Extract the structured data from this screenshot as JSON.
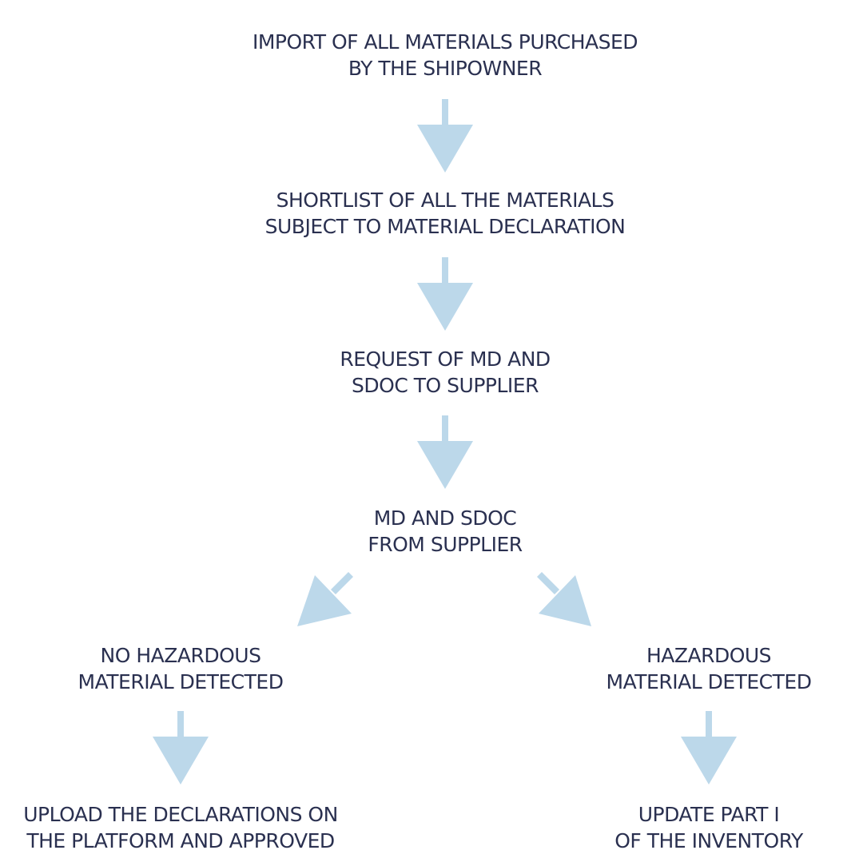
{
  "diagram": {
    "arrow_color": "#bcd8ea",
    "text_color": "#2a3050",
    "nodes": {
      "import": {
        "line1": "IMPORT OF ALL MATERIALS PURCHASED",
        "line2": "BY THE SHIPOWNER"
      },
      "shortlist": {
        "line1": "SHORTLIST OF ALL THE MATERIALS",
        "line2": "SUBJECT TO MATERIAL DECLARATION"
      },
      "request": {
        "line1": "REQUEST OF MD AND",
        "line2": "SDOC TO SUPPLIER"
      },
      "received": {
        "line1": "MD AND SDOC",
        "line2": "FROM SUPPLIER"
      },
      "no_hazard": {
        "line1": "NO HAZARDOUS",
        "line2": "MATERIAL DETECTED"
      },
      "hazard": {
        "line1": "HAZARDOUS",
        "line2": "MATERIAL DETECTED"
      },
      "upload": {
        "line1": "UPLOAD THE DECLARATIONS ON",
        "line2": "THE PLATFORM AND APPROVED"
      },
      "update": {
        "line1": "UPDATE PART I",
        "line2": "OF THE INVENTORY"
      }
    }
  }
}
